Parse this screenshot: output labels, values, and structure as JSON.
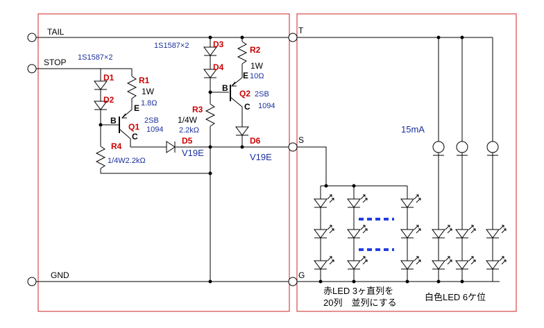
{
  "terminals_left": {
    "tail": "TAIL",
    "stop": "STOP",
    "gnd": "GND"
  },
  "terminals_right": {
    "t": "T",
    "s": "S",
    "g": "G"
  },
  "components": {
    "d1_diode_type": "1S1587×2",
    "d3_diode_type": "1S1587×2",
    "d1": "D1",
    "d2": "D2",
    "d3": "D3",
    "d4": "D4",
    "d5": "D5",
    "d6": "D6",
    "r1": "R1",
    "r1_value_1": "1W",
    "r1_value_2": "1.8Ω",
    "r2": "R2",
    "r2_value_1": "1W",
    "r2_value_2": "10Ω",
    "r3": "R3",
    "r3_value_1": "1/4W",
    "r3_value_2": "2.2kΩ",
    "r4": "R4",
    "r4_value": "1/4W2.2kΩ",
    "q1": "Q1",
    "q1_type_1": "2SB",
    "q1_type_2": "1094",
    "q2": "Q2",
    "q2_type_1": "2SB",
    "q2_type_2": "1094",
    "q1_e": "E",
    "q1_b": "B",
    "q1_c": "C",
    "q2_e": "E",
    "q2_b": "B",
    "q2_c": "C",
    "d5_type": "V19E",
    "d6_type": "V19E"
  },
  "led_section": {
    "white_current": "15mA",
    "red_caption_line1": "赤LED 3ヶ直列を",
    "red_caption_line2": "20列　並列にする",
    "white_caption": "白色LED 6ケ位"
  },
  "colors": {
    "box_border": "#d02020",
    "label_red": "#cc0000",
    "label_blue": "#1a2f9c",
    "ellipsis_blue": "#1f3fe0"
  }
}
